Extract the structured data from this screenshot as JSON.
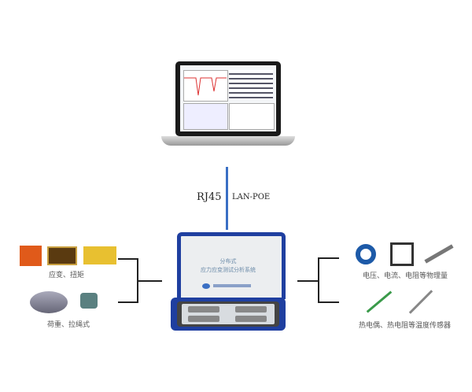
{
  "connection": {
    "left_label": "RJ45",
    "right_label": "LAN-POE"
  },
  "device": {
    "title_line1": "分布式",
    "title_line2": "应力应变测试分析系统"
  },
  "sensors_left": [
    {
      "label": "应变、扭矩"
    },
    {
      "label": "荷重、拉绳式"
    }
  ],
  "sensors_right": [
    {
      "label": "电压、电流、电阻等物理量"
    },
    {
      "label": "热电偶、热电阻等温度传感器"
    }
  ],
  "colors": {
    "cable": "#3a6fc4",
    "device_frame": "#1f3fa0"
  }
}
